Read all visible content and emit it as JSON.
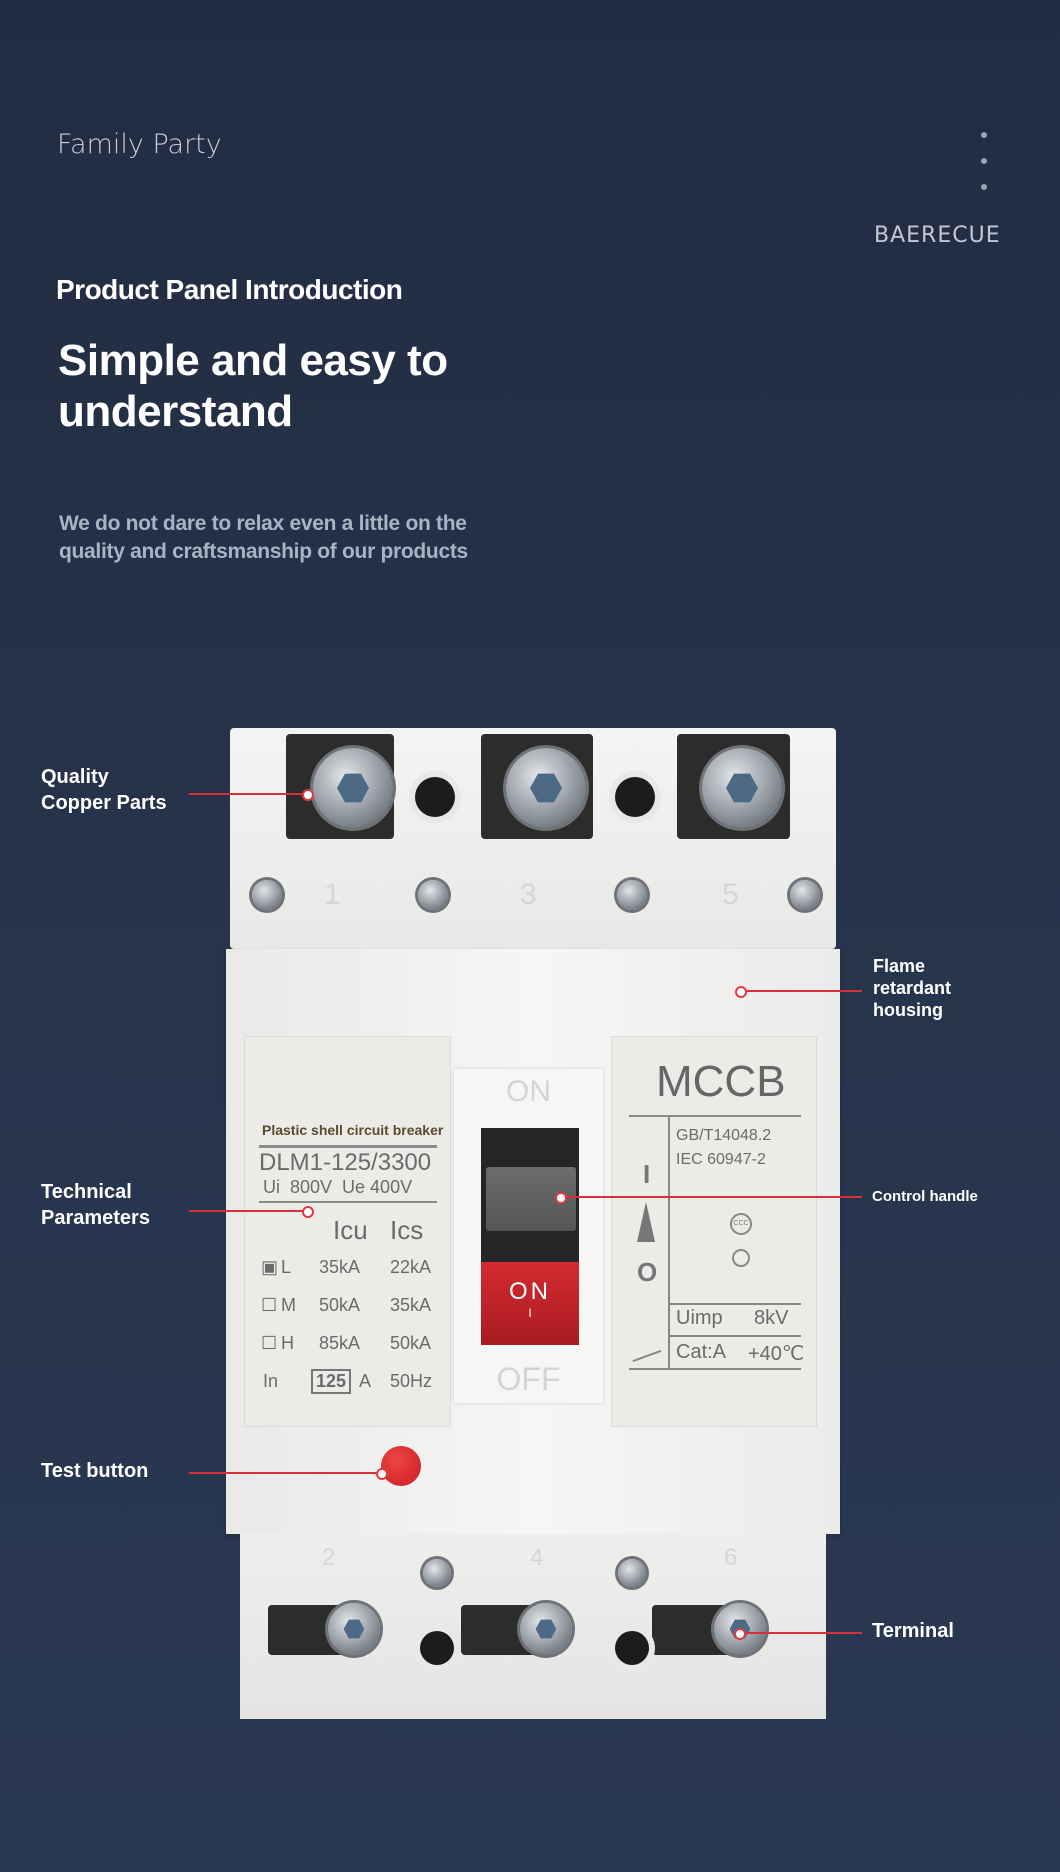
{
  "header": {
    "left_text": "Family Party",
    "brand": "BAERECUE",
    "menu_icon": "vertical-dots-icon"
  },
  "intro": {
    "section_title": "Product Panel Introduction",
    "title_line1": "Simple and easy to",
    "title_line2": "understand",
    "subtitle_line1": "We do not dare to relax even a little on the",
    "subtitle_line2": "quality and craftsmanship of our products"
  },
  "callouts": {
    "copper": {
      "line1": "Quality",
      "line2": "Copper Parts"
    },
    "housing": {
      "line1": "Flame",
      "line2": "retardant",
      "line3": "housing"
    },
    "technical": {
      "line1": "Technical",
      "line2": "Parameters"
    },
    "handle": "Control handle",
    "test": "Test button",
    "terminal": "Terminal"
  },
  "breaker": {
    "terminal_numbers": [
      "1",
      "3",
      "5"
    ],
    "bottom_numbers": [
      "2",
      "4",
      "6"
    ],
    "left_panel": {
      "caption": "Plastic shell circuit breaker",
      "model": "DLM1-125/3300",
      "ui": "Ui  800V  Ue 400V",
      "col_headers": [
        "Icu",
        "Ics"
      ],
      "rows": [
        {
          "box": "▣",
          "grade": "L",
          "icu": "35kA",
          "ics": "22kA"
        },
        {
          "box": "☐",
          "grade": "M",
          "icu": "50kA",
          "ics": "35kA"
        },
        {
          "box": "☐",
          "grade": "H",
          "icu": "85kA",
          "ics": "50kA"
        }
      ],
      "in_label": "In",
      "in_value": "125",
      "in_unit": "A",
      "freq": "50Hz"
    },
    "handle": {
      "top_label": "ON",
      "knob_label": "ON",
      "knob_sub": "I",
      "bottom_label": "OFF"
    },
    "right_panel": {
      "title": "MCCB",
      "std1": "GB/T14048.2",
      "std2": "IEC 60947-2",
      "uimp_label": "Uimp",
      "uimp_value": "8kV",
      "cat": "Cat:A",
      "temp": "+40℃",
      "ccc_mark": "CCC",
      "symbol_i": "I",
      "symbol_o": "O"
    }
  },
  "colors": {
    "background": "#232e44",
    "accent_red": "#d8303a",
    "handle_red": "#c8232a",
    "housing": "#f1f1ef"
  }
}
